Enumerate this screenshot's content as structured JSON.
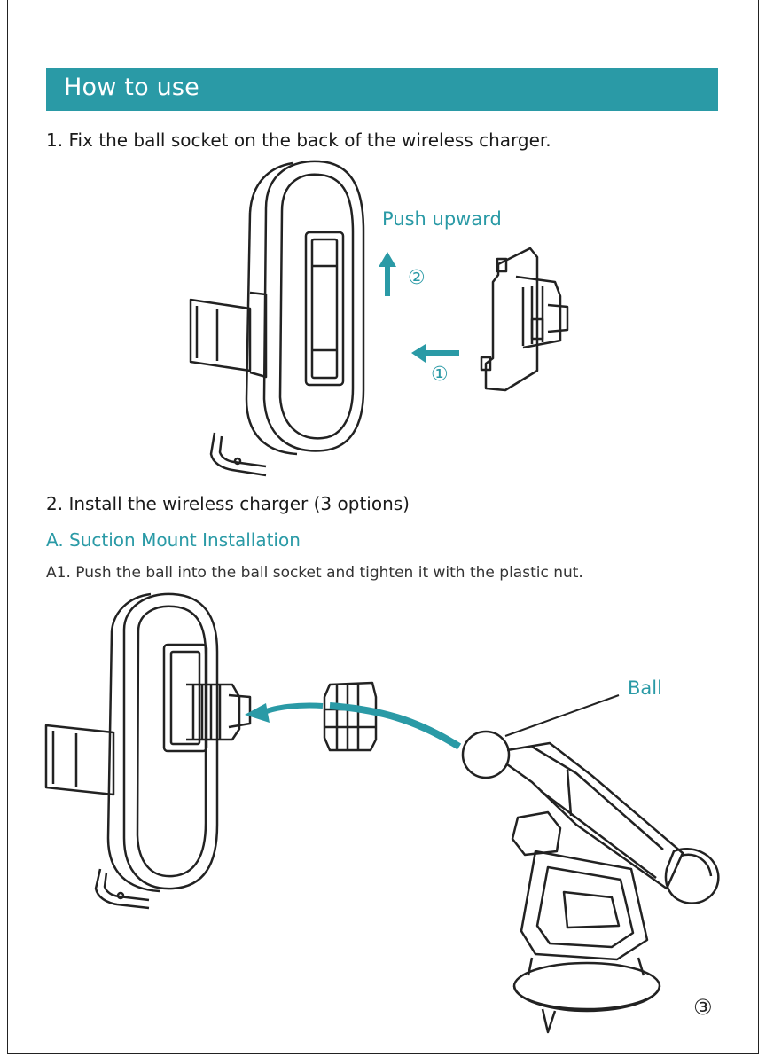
{
  "banner": {
    "title": "How to use"
  },
  "steps": {
    "step1": "1. Fix the ball socket on the back of the wireless charger.",
    "step2": "2. Install the wireless charger (3 options)",
    "optionA": "A. Suction Mount Installation",
    "a1": "A1. Push the ball into the ball socket and tighten it with the plastic nut."
  },
  "labels": {
    "push_upward": "Push upward",
    "ball": "Ball",
    "marker1": "①",
    "marker2": "②",
    "marker3": "③"
  },
  "colors": {
    "accent": "#2a9aa6",
    "line": "#222222"
  }
}
